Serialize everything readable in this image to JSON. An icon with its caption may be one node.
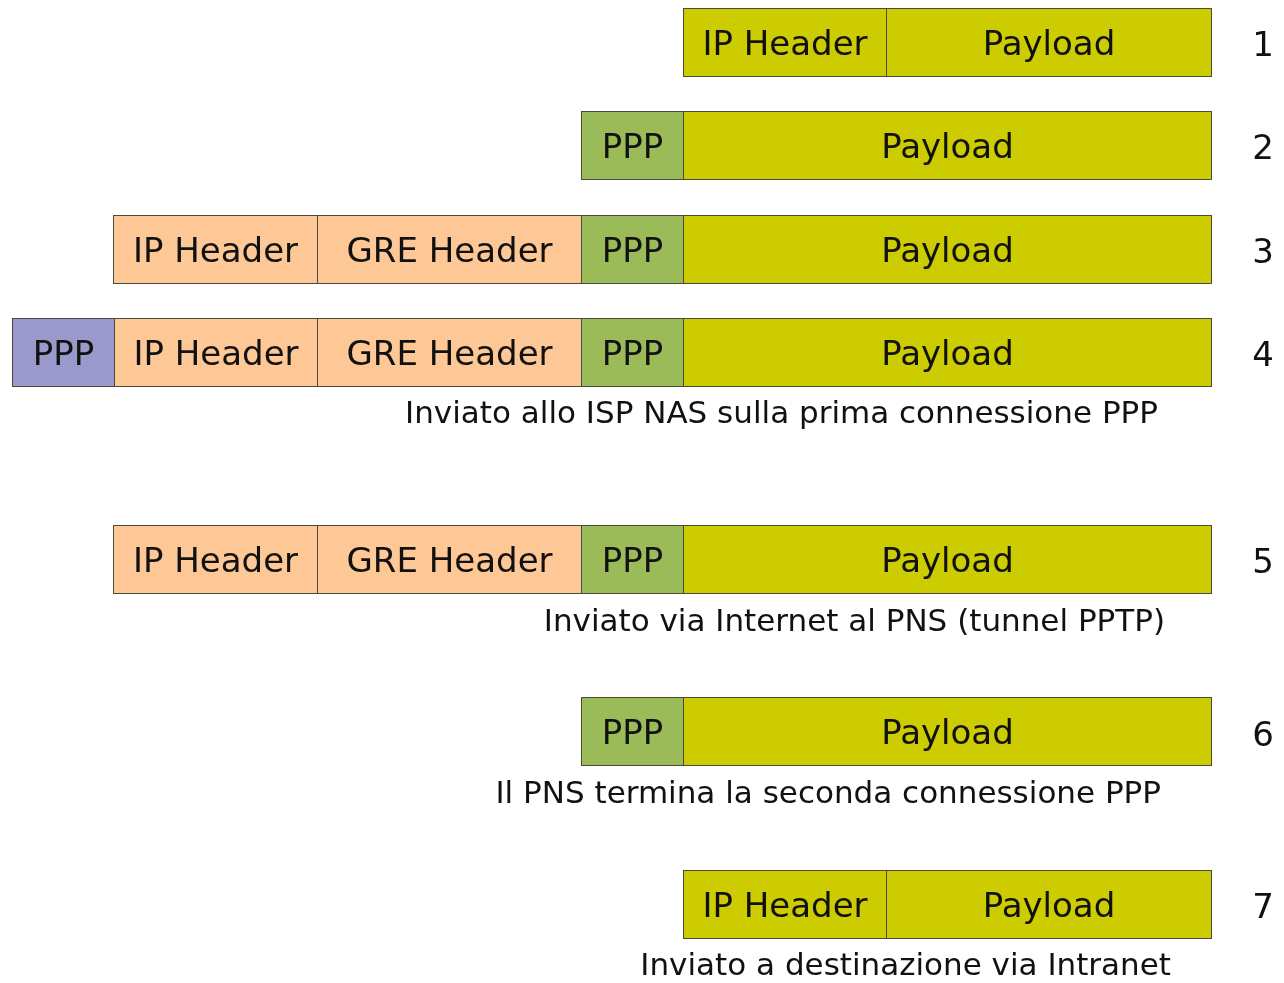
{
  "diagram": {
    "nodes": [
      {
        "text": [
          "IP Header"
        ]
      },
      {
        "text": [
          "Payload"
        ]
      },
      {
        "text": [
          "PPP"
        ]
      },
      {
        "text": [
          "Payload"
        ]
      },
      {
        "text": [
          "IP Header"
        ]
      },
      {
        "text": [
          "GRE Header"
        ]
      },
      {
        "text": [
          "PPP"
        ]
      },
      {
        "text": [
          "Payload"
        ]
      },
      {
        "text": [
          "PPP"
        ]
      },
      {
        "text": [
          "IP Header"
        ]
      },
      {
        "text": [
          "GRE Header"
        ]
      },
      {
        "text": [
          "PPP"
        ]
      },
      {
        "text": [
          "Payload"
        ]
      },
      {
        "text": [
          "IP Header"
        ]
      },
      {
        "text": [
          "GRE Header"
        ]
      },
      {
        "text": [
          "PPP"
        ]
      },
      {
        "text": [
          "Payload"
        ]
      },
      {
        "text": [
          "PPP"
        ]
      },
      {
        "text": [
          "Payload"
        ]
      },
      {
        "text": [
          "IP Header"
        ]
      },
      {
        "text": [
          "Payload"
        ]
      }
    ],
    "labels": [
      "1",
      "2",
      "3",
      "4",
      "Inviato allo ISP NAS sulla prima connessione PPP",
      "5",
      "Inviato via Internet al PNS (tunnel PPTP)",
      "6",
      "Il PNS termina la seconda connessione PPP",
      "7",
      "Inviato a destinazione via Intranet"
    ]
  }
}
